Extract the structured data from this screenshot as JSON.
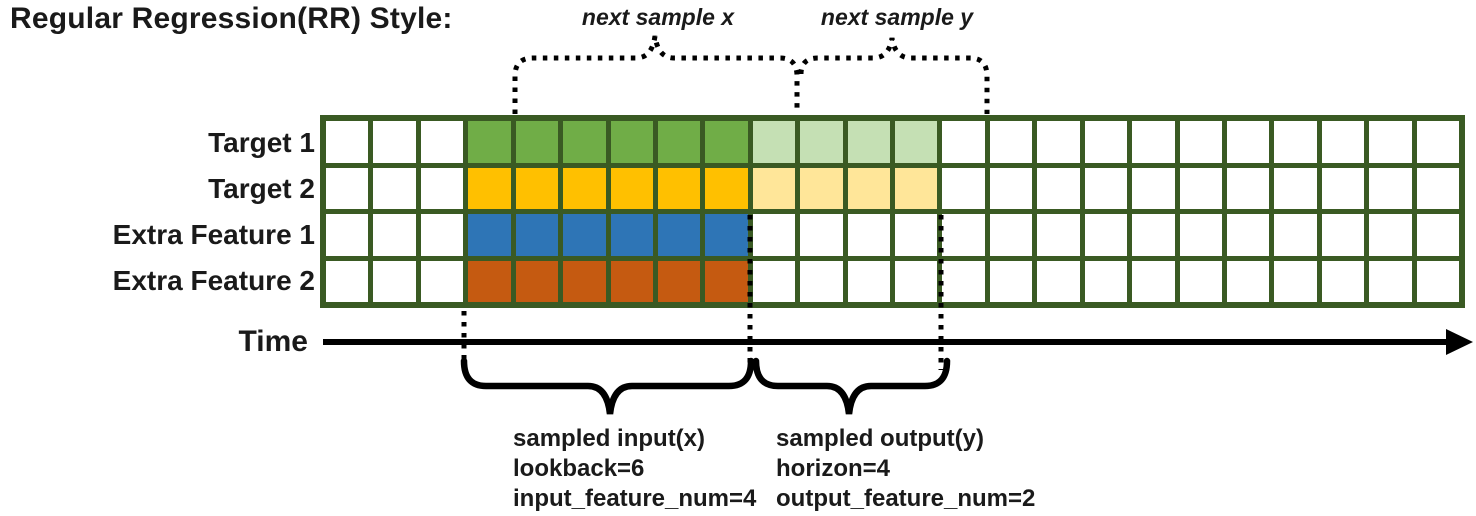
{
  "title": "Regular Regression(RR) Style:",
  "annotations": {
    "next_sample_x": "next sample x",
    "next_sample_y": "next sample y",
    "time_label": "Time"
  },
  "samples": {
    "input": {
      "title": "sampled input(x)",
      "line2": "lookback=6",
      "line3": "input_feature_num=4"
    },
    "output": {
      "title": "sampled output(y)",
      "line2": "horizon=4",
      "line3": "output_feature_num=2"
    }
  },
  "grid": {
    "total_cols": 24,
    "lead_cols": 3,
    "lookback": 6,
    "horizon": 4,
    "border_color": "#3A5A23",
    "empty_color": "#FFFFFF",
    "rows": [
      {
        "label": "Target 1",
        "input_color": "#70AD47",
        "output_color": "#C5E0B4"
      },
      {
        "label": "Target 2",
        "input_color": "#FFC000",
        "output_color": "#FFE699"
      },
      {
        "label": "Extra Feature 1",
        "input_color": "#2E75B6",
        "output_color": null
      },
      {
        "label": "Extra Feature 2",
        "input_color": "#C55A11",
        "output_color": null
      }
    ]
  }
}
